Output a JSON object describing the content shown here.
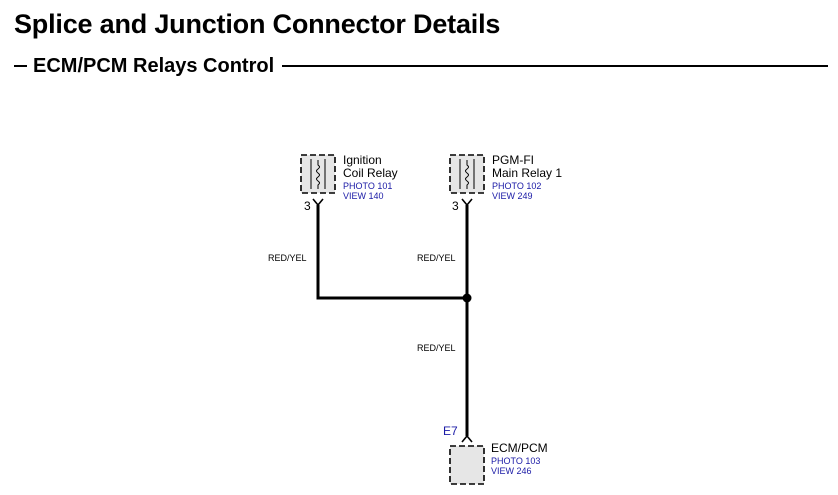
{
  "title": "Splice and Junction Connector Details",
  "section": "ECM/PCM Relays Control",
  "components": {
    "ignition_coil_relay": {
      "name_line1": "Ignition",
      "name_line2": "Coil Relay",
      "photo": "PHOTO 101",
      "view": "VIEW 140",
      "pin": "3"
    },
    "pgm_fi_main_relay": {
      "name_line1": "PGM-FI",
      "name_line2": "Main Relay 1",
      "photo": "PHOTO 102",
      "view": "VIEW 249",
      "pin": "3"
    },
    "ecm_pcm": {
      "name": "ECM/PCM",
      "photo": "PHOTO 103",
      "view": "VIEW 246",
      "pin": "E7"
    }
  },
  "wires": {
    "left_branch": "RED/YEL",
    "right_branch": "RED/YEL",
    "trunk": "RED/YEL"
  },
  "colors": {
    "reference_blue": "#1a1aa6",
    "component_fill": "#e6e6e6",
    "wire": "#000000"
  }
}
